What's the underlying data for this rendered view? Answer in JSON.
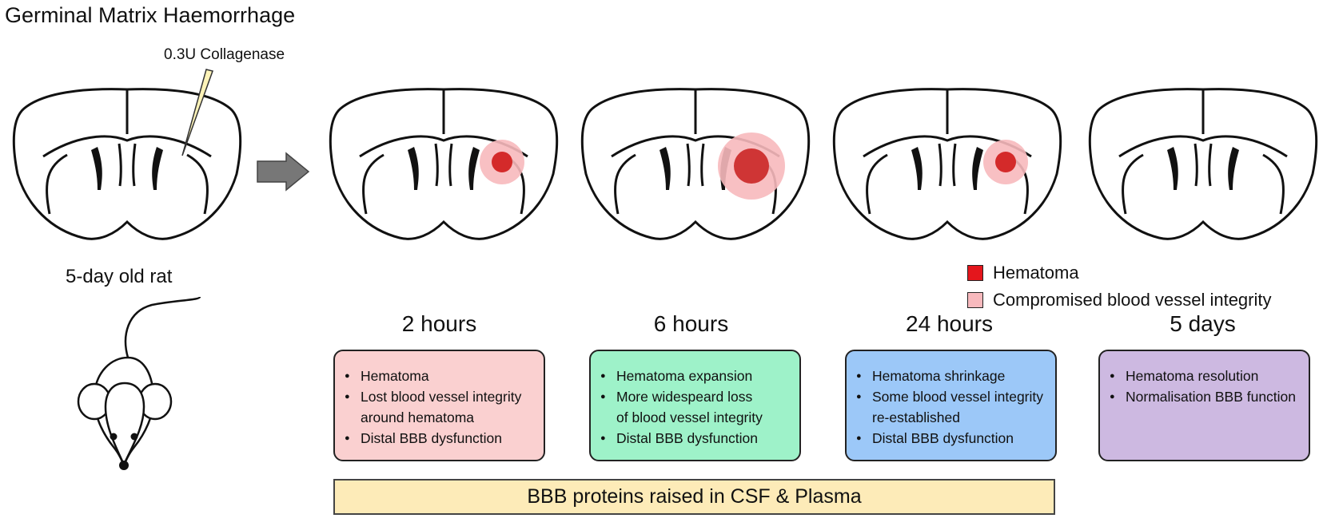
{
  "title": "Germinal Matrix Haemorrhage",
  "injection_label": "0.3U Collagenase",
  "animal_label": "5-day old rat",
  "legend": [
    {
      "label": "Hematoma",
      "color": "#e4161c"
    },
    {
      "label": "Compromised blood vessel integrity",
      "color": "#f7b9bd"
    }
  ],
  "stages": [
    {
      "time": "2 hours",
      "bg": "#fad0d0",
      "lesion": "small",
      "bullets": [
        "Hematoma",
        "Lost blood vessel integrity",
        "around hematoma",
        "Distal BBB dysfunction"
      ]
    },
    {
      "time": "6 hours",
      "bg": "#9ef2c9",
      "lesion": "large",
      "bullets": [
        "Hematoma expansion",
        "More widespeard loss",
        "of blood vessel integrity",
        "Distal BBB dysfunction"
      ]
    },
    {
      "time": "24 hours",
      "bg": "#9cc8f8",
      "lesion": "small",
      "bullets": [
        "Hematoma shrinkage",
        "Some blood vessel integrity",
        "re-established",
        "Distal BBB dysfunction"
      ]
    },
    {
      "time": "5 days",
      "bg": "#cdb9e1",
      "lesion": "none",
      "bullets": [
        "Hematoma resolution",
        "Normalisation BBB function"
      ]
    }
  ],
  "banner": {
    "text": "BBB proteins raised in CSF & Plasma",
    "bg": "#fdebb8"
  }
}
